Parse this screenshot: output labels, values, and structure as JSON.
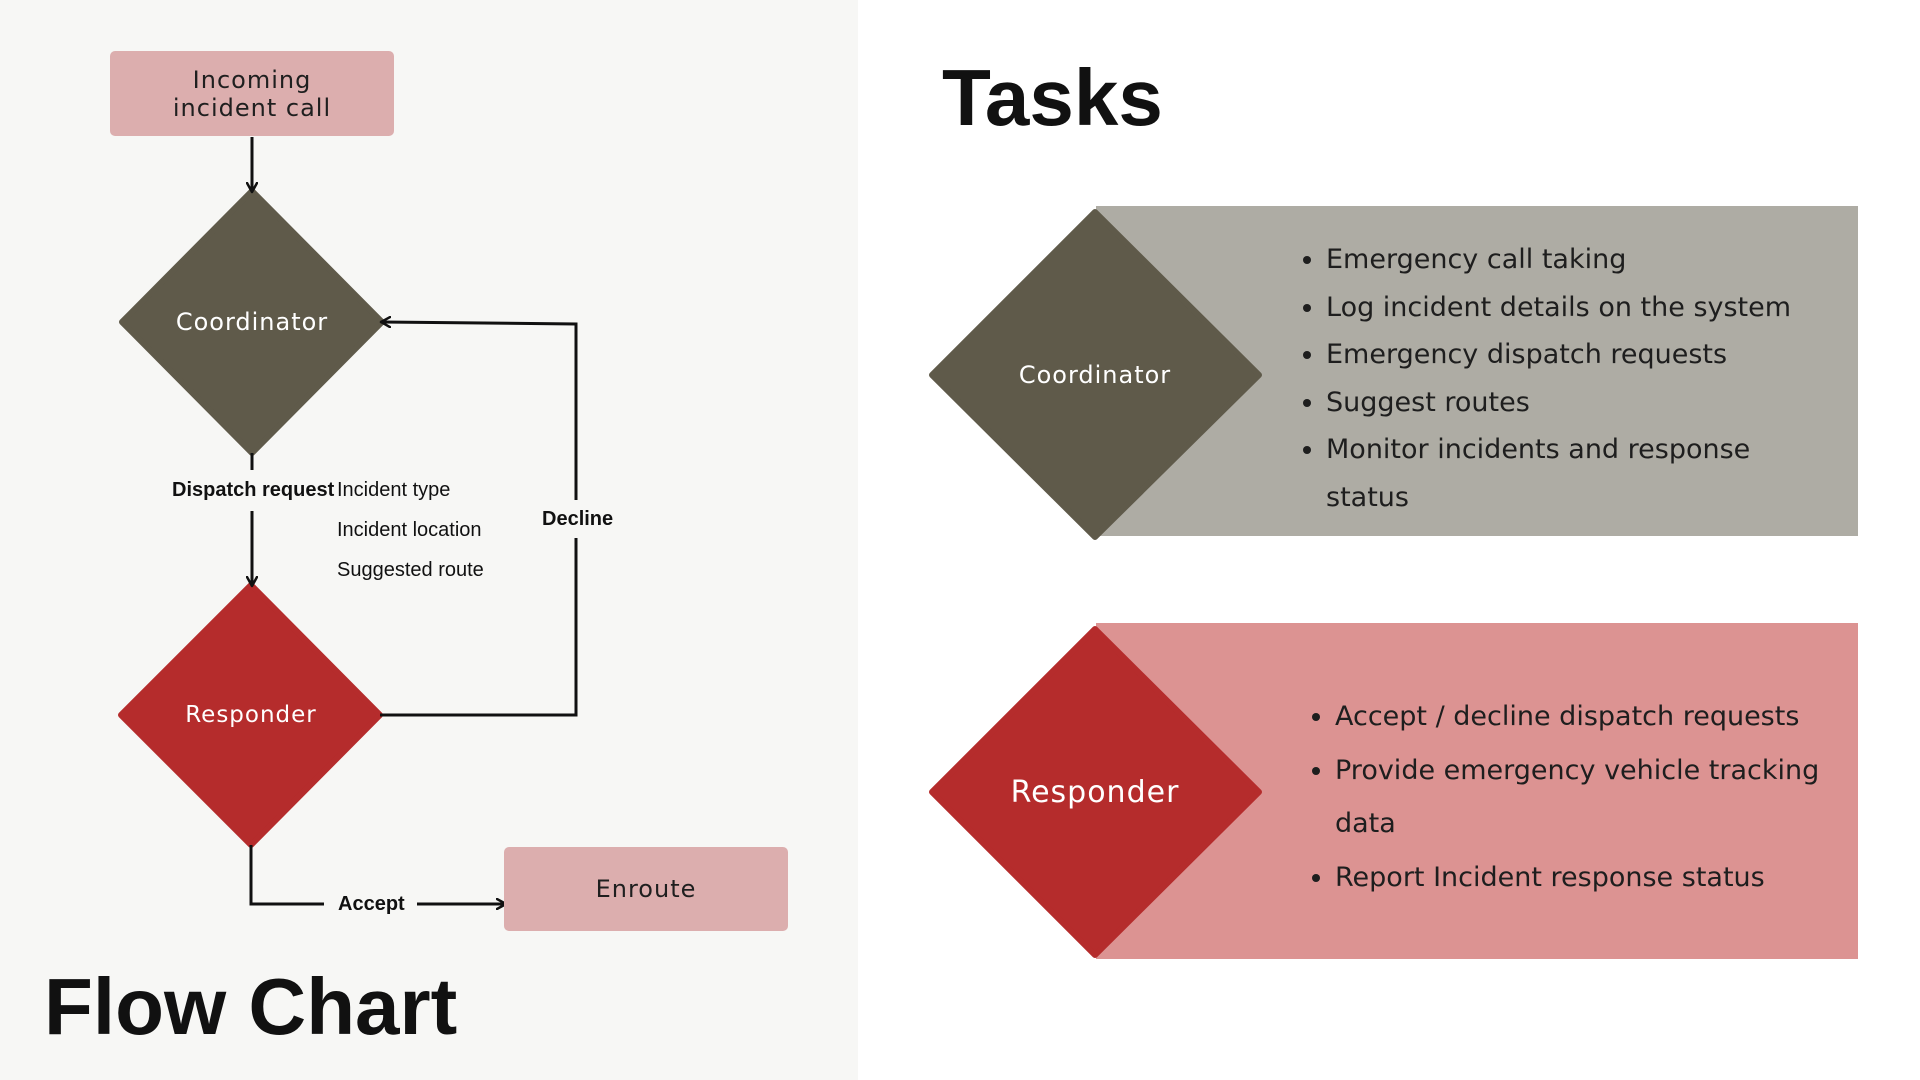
{
  "flowchart": {
    "title": "Flow Chart",
    "nodes": {
      "incoming": "Incoming incident call",
      "coordinator": "Coordinator",
      "responder": "Responder",
      "enroute": "Enroute"
    },
    "edges": {
      "dispatch_request": "Dispatch request",
      "decline": "Decline",
      "accept": "Accept"
    },
    "dispatch_details": [
      "Incident type",
      "Incident location",
      "Suggested route"
    ]
  },
  "tasks": {
    "title": "Tasks",
    "coordinator": {
      "role": "Coordinator",
      "items": [
        "Emergency call taking",
        "Log incident details on the system",
        "Emergency dispatch requests",
        "Suggest routes",
        "Monitor incidents and response status"
      ]
    },
    "responder": {
      "role": "Responder",
      "items": [
        "Accept / decline dispatch requests",
        "Provide emergency vehicle tracking data",
        "Report Incident response status"
      ]
    }
  },
  "colors": {
    "left_background": "#f7f7f5",
    "coordinator_diamond": "#5f5a4a",
    "responder_diamond": "#b52c2c",
    "pink_box": "#dcaeae",
    "coordinator_band": "#aeaca4",
    "responder_band": "#dc9392",
    "arrow": "#111111"
  }
}
